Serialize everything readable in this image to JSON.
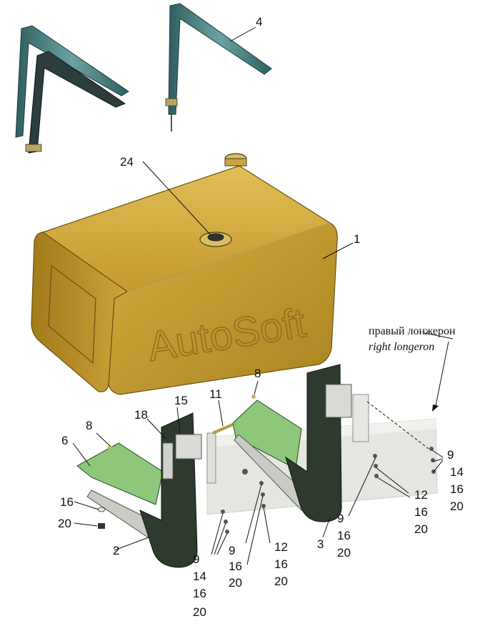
{
  "watermark": "AutoSoft",
  "annotation": {
    "ru": "правый лонжерон",
    "en": "right longeron"
  },
  "labels": {
    "l1": "1",
    "l2": "2",
    "l3": "3",
    "l4": "4",
    "l6": "6",
    "l8a": "8",
    "l8b": "8",
    "l11": "11",
    "l15": "15",
    "l18": "18",
    "l24": "24",
    "l16a": "16",
    "l20a": "20",
    "g1_9": "9",
    "g1_14": "14",
    "g1_16": "16",
    "g1_20": "20",
    "g2_9": "9",
    "g2_16": "16",
    "g2_20": "20",
    "g3_12": "12",
    "g3_16": "16",
    "g3_20": "20",
    "g4_9": "9",
    "g4_16": "16",
    "g4_20": "20",
    "g5_12": "12",
    "g5_16": "16",
    "g5_20": "20",
    "g6_9": "9",
    "g6_14": "14",
    "g6_16": "16",
    "g6_20": "20"
  },
  "colors": {
    "tank": "#c9a236",
    "tank_dark": "#8e6f17",
    "strap": "#4f8e8e",
    "pad": "#8cc77a",
    "bracket": "#3b4a3b",
    "rail": "#e0e2dc"
  }
}
